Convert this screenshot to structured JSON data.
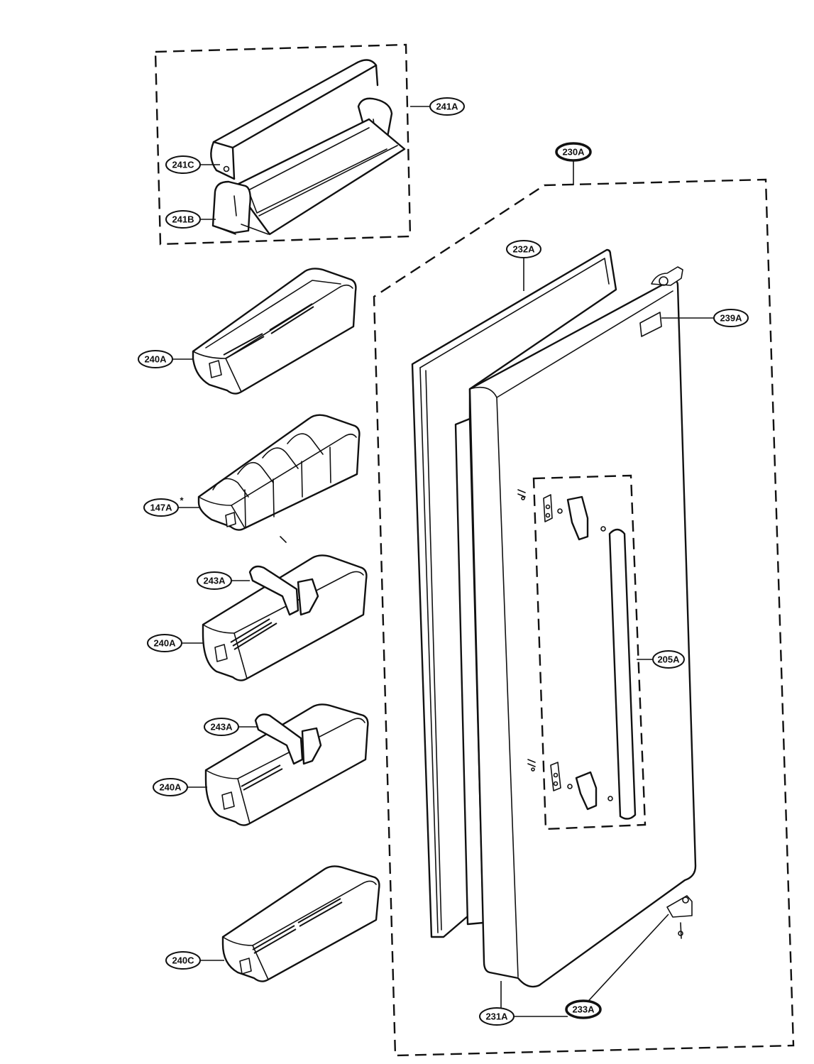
{
  "labels": {
    "241A": "241A",
    "241C": "241C",
    "241B": "241B",
    "230A": "230A",
    "232A": "232A",
    "239A": "239A",
    "240A_1": "240A",
    "147A": "147A",
    "147A_mark": "*",
    "243A_1": "243A",
    "240A_2": "240A",
    "205A": "205A",
    "243A_2": "243A",
    "240A_3": "240A",
    "240C": "240C",
    "231A": "231A",
    "233A": "233A"
  }
}
